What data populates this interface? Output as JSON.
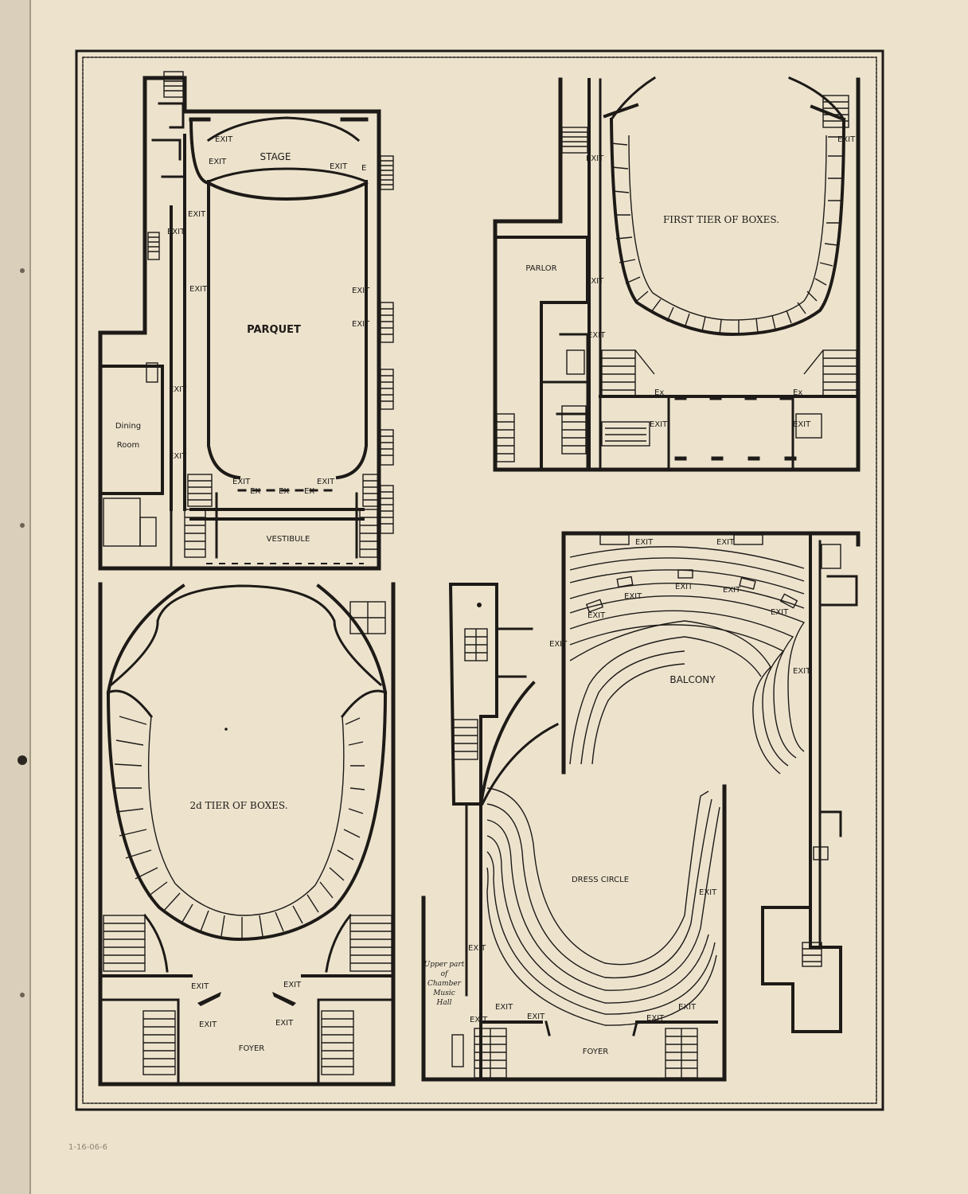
{
  "archive_note": "1-16-06-6",
  "plans": {
    "parquet": {
      "stage": "STAGE",
      "parquet": "PARQUET",
      "dining": [
        "Dining",
        "Room"
      ],
      "vestibule": "VESTIBULE",
      "exit": "EXIT",
      "ex": "EX",
      "ex_short": "E"
    },
    "first_tier": {
      "title": "FIRST TIER OF BOXES.",
      "parlor": "PARLOR",
      "exit": "EXIT",
      "ex": "Ex"
    },
    "second_tier": {
      "title": "2d TIER OF BOXES.",
      "foyer": "FOYER",
      "exit": "EXIT"
    },
    "balcony": {
      "balcony": "BALCONY",
      "dress_circle": "DRESS CIRCLE",
      "foyer": "FOYER",
      "exit": "EXIT",
      "chamber": [
        "Upper part",
        "of",
        "Chamber",
        "Music",
        "Hall"
      ]
    }
  },
  "colors": {
    "paper": "#ede3cd",
    "ink": "#1d1a17",
    "binding": "#d9cfba"
  }
}
